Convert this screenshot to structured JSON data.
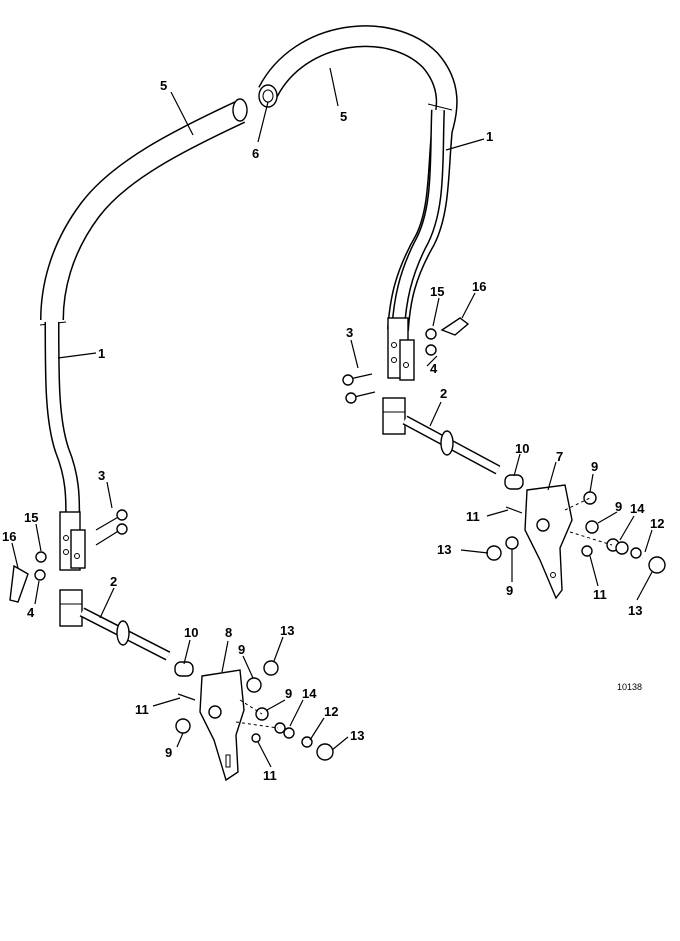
{
  "figure": {
    "reference_number": "10138",
    "callouts": [
      {
        "id": "c5a",
        "text": "5"
      },
      {
        "id": "c5b",
        "text": "5"
      },
      {
        "id": "c6",
        "text": "6"
      },
      {
        "id": "c1a",
        "text": "1"
      },
      {
        "id": "c1b",
        "text": "1"
      },
      {
        "id": "c15a",
        "text": "15"
      },
      {
        "id": "c16a",
        "text": "16"
      },
      {
        "id": "c3a",
        "text": "3"
      },
      {
        "id": "c4a",
        "text": "4"
      },
      {
        "id": "c2a",
        "text": "2"
      },
      {
        "id": "c10a",
        "text": "10"
      },
      {
        "id": "c7",
        "text": "7"
      },
      {
        "id": "c9a",
        "text": "9"
      },
      {
        "id": "c9b",
        "text": "9"
      },
      {
        "id": "c11a",
        "text": "11"
      },
      {
        "id": "c14a",
        "text": "14"
      },
      {
        "id": "c12a",
        "text": "12"
      },
      {
        "id": "c13a",
        "text": "13"
      },
      {
        "id": "c9c",
        "text": "9"
      },
      {
        "id": "c11b",
        "text": "11"
      },
      {
        "id": "c13b",
        "text": "13"
      },
      {
        "id": "c3b",
        "text": "3"
      },
      {
        "id": "c15b",
        "text": "15"
      },
      {
        "id": "c16b",
        "text": "16"
      },
      {
        "id": "c4b",
        "text": "4"
      },
      {
        "id": "c2b",
        "text": "2"
      },
      {
        "id": "c10b",
        "text": "10"
      },
      {
        "id": "c8",
        "text": "8"
      },
      {
        "id": "c13c",
        "text": "13"
      },
      {
        "id": "c9d",
        "text": "9"
      },
      {
        "id": "c9e",
        "text": "9"
      },
      {
        "id": "c11c",
        "text": "11"
      },
      {
        "id": "c14b",
        "text": "14"
      },
      {
        "id": "c12b",
        "text": "12"
      },
      {
        "id": "c9f",
        "text": "9"
      },
      {
        "id": "c13d",
        "text": "13"
      },
      {
        "id": "c11d",
        "text": "11"
      }
    ]
  }
}
